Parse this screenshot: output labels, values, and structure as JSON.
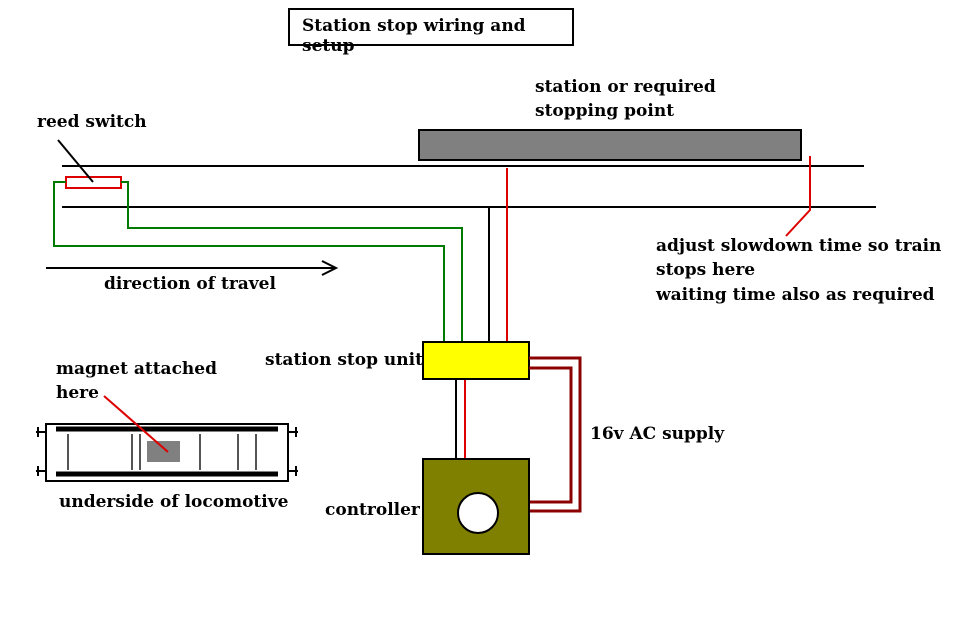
{
  "title": "Station stop wiring and setup",
  "labels": {
    "reed_switch": "reed switch",
    "station_line1": "station or required",
    "station_line2": "stopping point",
    "adjust_line1": "adjust slowdown time so train",
    "adjust_line2": "stops here",
    "adjust_line3": "waiting time also as required",
    "direction": "direction of travel",
    "station_stop_unit": "station stop unit",
    "magnet_line1": "magnet attached",
    "magnet_line2": "here",
    "supply": "16v AC supply",
    "underside": "underside of locomotive",
    "controller": "controller"
  },
  "colors": {
    "rail": "#000000",
    "reed_wire": "#007a00",
    "signal_wire": "#dd0000",
    "supply_wire": "#8b0000",
    "platform": "#808080",
    "unit": "#ffff00",
    "controller": "#7f7f00"
  }
}
